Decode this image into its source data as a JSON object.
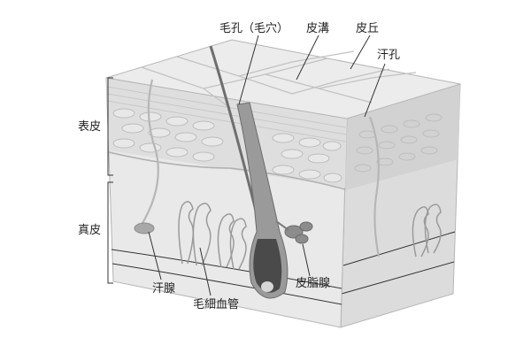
{
  "labels": {
    "pore": "毛孔（毛穴）",
    "skin_groove": "皮溝",
    "skin_ridge": "皮丘",
    "sweat_pore": "汗孔",
    "epidermis": "表皮",
    "dermis": "真皮",
    "sweat_gland": "汗腺",
    "capillary": "毛細血管",
    "sebaceous_gland": "皮脂腺"
  },
  "colors": {
    "top_surface": "#e6e6e6",
    "epidermis": "#dedede",
    "dermis": "#e9e9e9",
    "hair": "#6f6f6f",
    "follicle": "#4a4a4a",
    "outline": "#9a9a9a"
  }
}
